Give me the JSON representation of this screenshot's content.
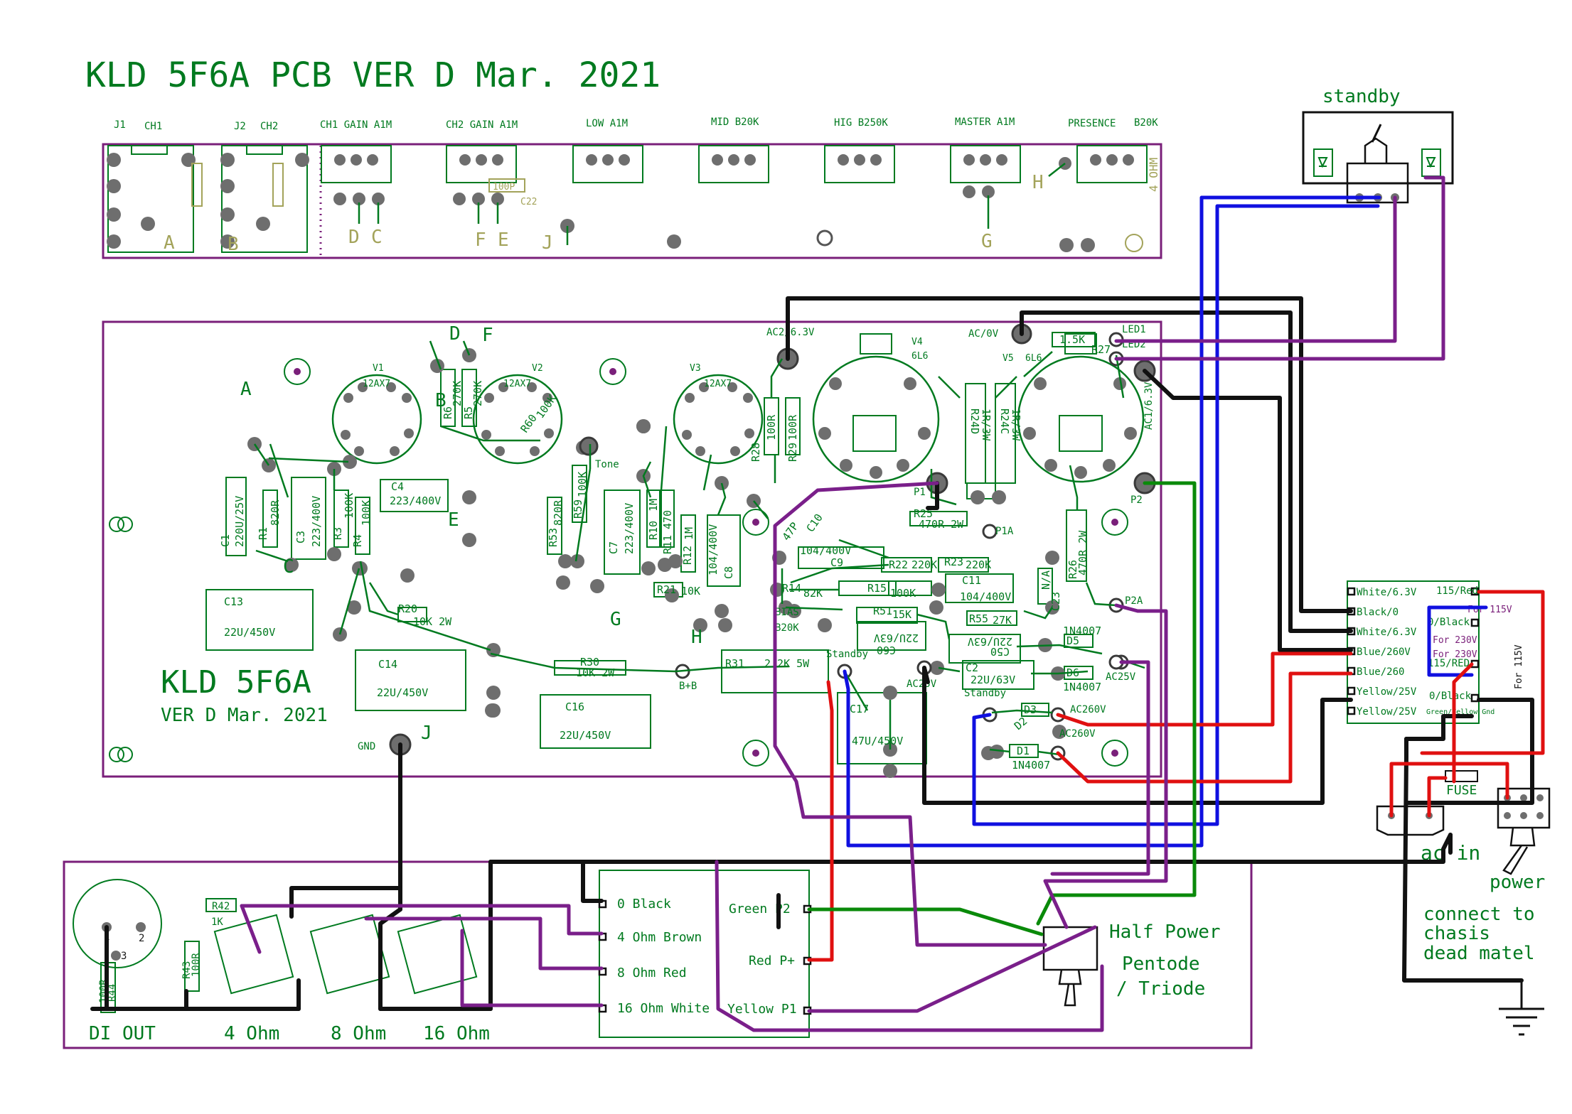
{
  "title": "KLD 5F6A PCB VER D Mar. 2021",
  "board_title": "KLD 5F6A",
  "board_version": "VER D Mar. 2021",
  "colors": {
    "silk_green": "#007a1f",
    "board_purple": "#7a1f7a",
    "wire_black": "#111111",
    "wire_red": "#e01010",
    "wire_blue": "#1010e0",
    "wire_green": "#0a8a0a",
    "wire_purple": "#7a1f8a",
    "pad_grey": "#6e6e6e"
  },
  "pot_board": {
    "labels": [
      "J1",
      "CH1",
      "J2",
      "CH2",
      "CH1 GAIN A1M",
      "CH2 GAIN A1M",
      "LOW A1M",
      "MID B20K",
      "HIG B250K",
      "MASTER A1M",
      "PRESENCE",
      "B20K"
    ],
    "letters": [
      "D",
      "C",
      "F",
      "E",
      "J",
      "G",
      "H",
      "A",
      "B"
    ],
    "cap_c22": "100P",
    "c22_label": "C22",
    "ohm_label": "4 OHM"
  },
  "tubes": {
    "v1": {
      "name": "V1",
      "type": "12AX7"
    },
    "v2": {
      "name": "V2",
      "type": "12AX7"
    },
    "v3": {
      "name": "V3",
      "type": "12AX7"
    },
    "v4": {
      "name": "V4",
      "type": "6L6"
    },
    "v5": {
      "name": "V5",
      "type": "6L6"
    }
  },
  "components": [
    {
      "ref": "C1",
      "value": "220U/25V"
    },
    {
      "ref": "R1",
      "value": "820R"
    },
    {
      "ref": "C3",
      "value": "223/400V"
    },
    {
      "ref": "R3",
      "value": "100K"
    },
    {
      "ref": "R4",
      "value": "100K"
    },
    {
      "ref": "C4",
      "value": "223/400V"
    },
    {
      "ref": "R6",
      "value": "270K"
    },
    {
      "ref": "R5",
      "value": "270K"
    },
    {
      "ref": "R60",
      "value": "100K"
    },
    {
      "ref": "R53",
      "value": "820R"
    },
    {
      "ref": "R59",
      "value": "100K"
    },
    {
      "ref": "C7",
      "value": "223/400V"
    },
    {
      "ref": "R10",
      "value": "1M"
    },
    {
      "ref": "R11",
      "value": "470"
    },
    {
      "ref": "R12",
      "value": "1M"
    },
    {
      "ref": "C8",
      "value": "104/400V"
    },
    {
      "ref": "R21",
      "value": "10K"
    },
    {
      "ref": "C13",
      "value": "22U/450V"
    },
    {
      "ref": "R20",
      "value": "10K 2W"
    },
    {
      "ref": "C14",
      "value": "22U/450V"
    },
    {
      "ref": "R30",
      "value": "10K 2W"
    },
    {
      "ref": "C16",
      "value": "22U/450V"
    },
    {
      "ref": "R31",
      "value": "2.2K 5W"
    },
    {
      "ref": "C17",
      "value": "47U/450V"
    },
    {
      "ref": "R28",
      "value": "100R"
    },
    {
      "ref": "R29",
      "value": "100R"
    },
    {
      "ref": "C10",
      "value": "47P"
    },
    {
      "ref": "C9",
      "value": "104/400V"
    },
    {
      "ref": "R22",
      "value": "220K"
    },
    {
      "ref": "R23",
      "value": "220K"
    },
    {
      "ref": "R14",
      "value": "82K"
    },
    {
      "ref": "R15",
      "value": "100K"
    },
    {
      "ref": "C11",
      "value": "104/400V"
    },
    {
      "ref": "R51",
      "value": "15K"
    },
    {
      "ref": "R55",
      "value": "27K"
    },
    {
      "ref": "C60",
      "value": "22U/63V"
    },
    {
      "ref": "C50",
      "value": "22U/63V"
    },
    {
      "ref": "C2",
      "value": "22U/63V"
    },
    {
      "ref": "D5",
      "value": "1N4007"
    },
    {
      "ref": "D6",
      "value": "1N4007"
    },
    {
      "ref": "D3",
      "value": ""
    },
    {
      "ref": "D2",
      "value": ""
    },
    {
      "ref": "D1",
      "value": "1N4007"
    },
    {
      "ref": "R24D",
      "value": "1R/3W"
    },
    {
      "ref": "R24C",
      "value": "1R/3W"
    },
    {
      "ref": "R25",
      "value": "470R 2W"
    },
    {
      "ref": "R26",
      "value": "470R 2W"
    },
    {
      "ref": "R27",
      "value": "1.5K"
    },
    {
      "ref": "C23",
      "value": "N/A"
    },
    {
      "ref": "R42",
      "value": "1K"
    },
    {
      "ref": "R43",
      "value": "100R"
    },
    {
      "ref": "R44",
      "value": "100R"
    }
  ],
  "net_labels": [
    "AC2/6.3V",
    "AC/0V",
    "LED1",
    "LED2",
    "AC1/6.3V",
    "P1",
    "P1A",
    "P2",
    "P2A",
    "Tone",
    "BIAS",
    "B20K",
    "Standby",
    "Standby",
    "AC25V",
    "AC25V",
    "AC260V",
    "AC260V",
    "B+B",
    "GND",
    "J"
  ],
  "transformer_terminals": [
    {
      "left": "White/6.3V",
      "right": "115/Red"
    },
    {
      "left": "Black/0",
      "right": ""
    },
    {
      "left": "White/6.3V",
      "right": "0/Black"
    },
    {
      "left": "Blue/260V",
      "right": "115/RED"
    },
    {
      "left": "Blue/260",
      "right": ""
    },
    {
      "left": "Yellow/25V",
      "right": "0/Black"
    },
    {
      "left": "Yellow/25V",
      "right": "Green/Yellow Gnd"
    }
  ],
  "transformer_notes": [
    "For 115V",
    "For 230V",
    "For 115V"
  ],
  "output_transformer": {
    "left": [
      "0 Black",
      "4 Ohm Brown",
      "8 Ohm Red",
      "16 Ohm White"
    ],
    "right": [
      "Green P2",
      "Red P+",
      "Yellow P1"
    ]
  },
  "outputs": [
    "DI OUT",
    "4 Ohm",
    "8 Ohm",
    "16 Ohm"
  ],
  "switches": {
    "standby": "standby",
    "half_power": "Half Power",
    "pentode": "Pentode",
    "triode": "/ Triode",
    "power": "power",
    "ac_in": "ac in",
    "fuse": "FUSE"
  },
  "chassis_note": [
    "connect to",
    "chasis",
    "dead matel"
  ],
  "xlr_pins": [
    "1",
    "2",
    "3"
  ]
}
